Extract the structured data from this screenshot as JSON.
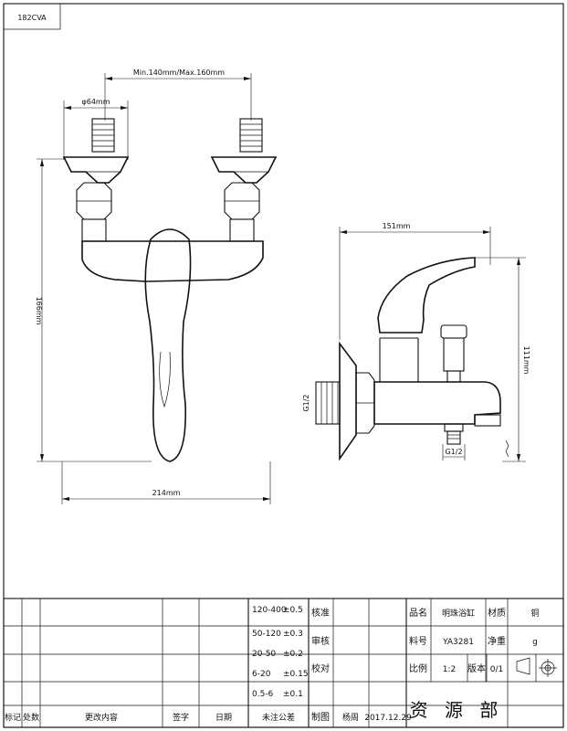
{
  "drawing": {
    "code": "182CVA",
    "dims": {
      "centers": "Min.140mm/Max.160mm",
      "flange_dia": "φ64mm",
      "height_front": "166mm",
      "width_front": "214mm",
      "depth_side": "151mm",
      "height_side": "111mm",
      "thread_inlet": "G1/2",
      "thread_outlet": "G1/2"
    }
  },
  "title_block": {
    "left_headers": [
      "标记",
      "处数",
      "更改内容",
      "签字",
      "日期",
      "未注公差"
    ],
    "tolerances": [
      {
        "range": "120-400",
        "tol": "±0.5"
      },
      {
        "range": "50-120",
        "tol": "±0.3"
      },
      {
        "range": "20-50",
        "tol": "±0.2"
      },
      {
        "range": "6-20",
        "tol": "±0.15"
      },
      {
        "range": "0.5-6",
        "tol": "±0.1"
      }
    ],
    "check_labels": [
      "核准",
      "审核",
      "校对",
      "制图"
    ],
    "drafter": "杨周",
    "date": "2017.12.29",
    "name_label": "品名",
    "name_value": "明珠浴缸",
    "material_label": "材质",
    "material_value": "铜",
    "part_no_label": "料号",
    "part_no_value": "YA3281",
    "weight_label": "净重",
    "weight_value": "g",
    "scale_label": "比例",
    "scale_value": "1:2",
    "version_label": "版本",
    "version_value": "0/1",
    "department": "资 源 部"
  }
}
